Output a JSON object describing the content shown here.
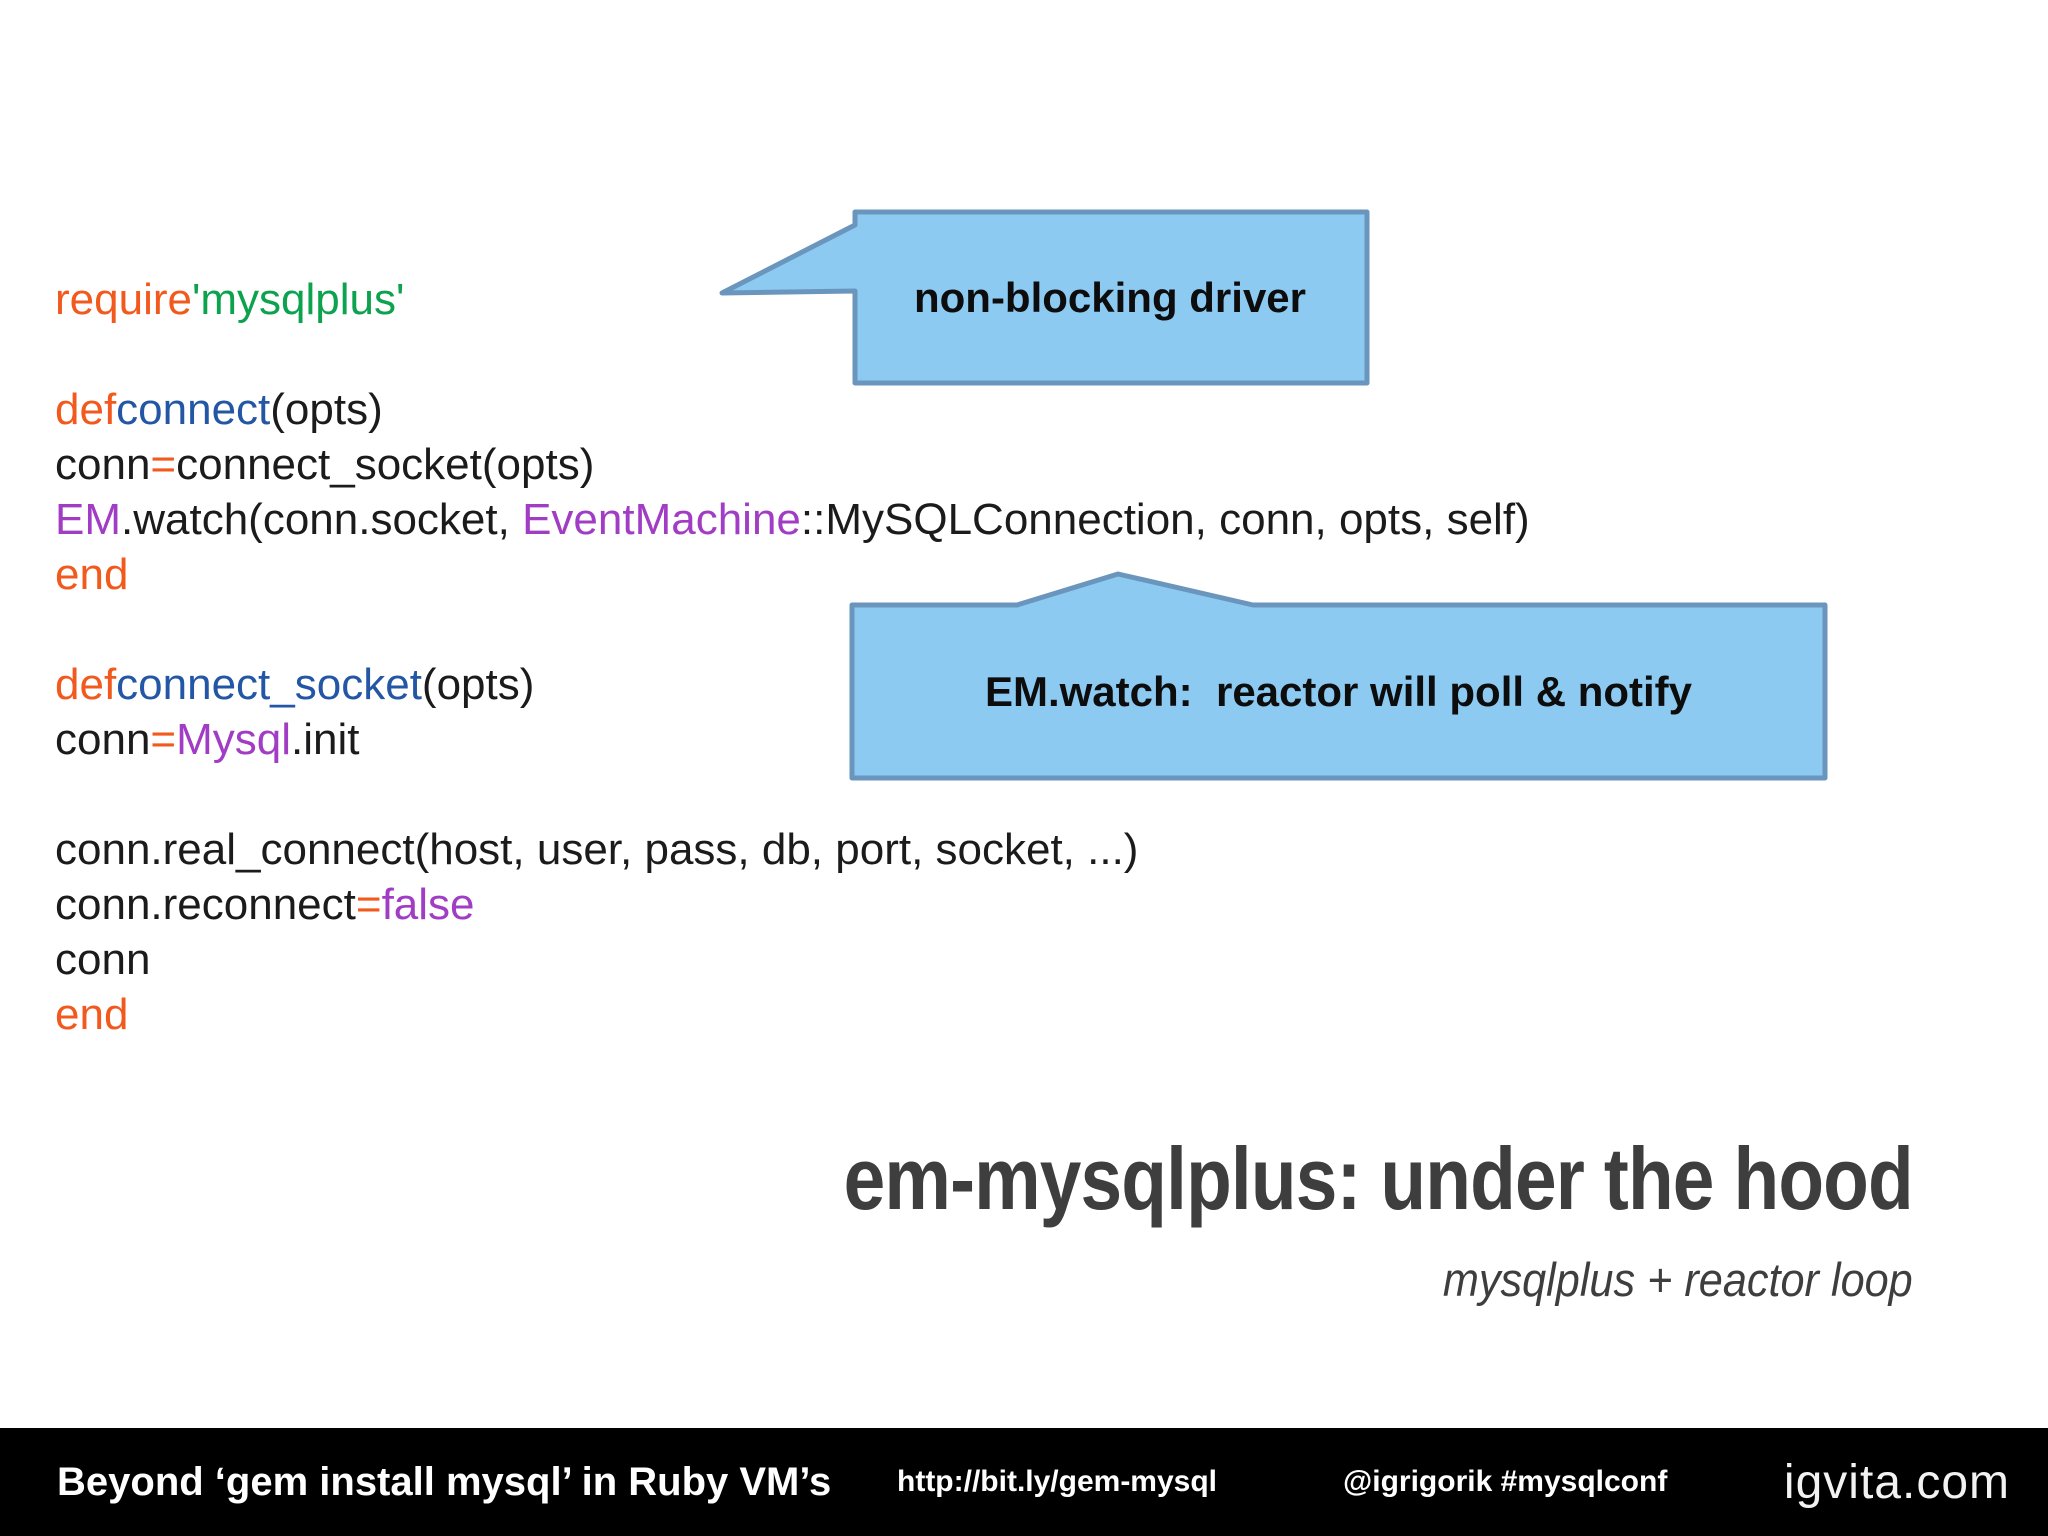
{
  "colors": {
    "black": "#1b1b1b",
    "orange": "#f2591d",
    "green": "#0ca24e",
    "blue": "#2456a6",
    "purple": "#a13dc4",
    "title_gray": "#3e3e3e",
    "callout_fill": "#8dcaf2",
    "callout_stroke": "#6a96bd",
    "footer_bg": "#000000",
    "footer_text": "#ffffff"
  },
  "code": {
    "lines": [
      {
        "segments": [
          {
            "t": "require",
            "c": "orange"
          },
          {
            "t": "'mysqlplus'",
            "c": "green"
          }
        ]
      },
      {
        "segments": []
      },
      {
        "segments": [
          {
            "t": "def",
            "c": "orange"
          },
          {
            "t": "connect",
            "c": "blue"
          },
          {
            "t": "(opts)",
            "c": "black"
          }
        ]
      },
      {
        "segments": [
          {
            "t": "conn",
            "c": "black"
          },
          {
            "t": "=",
            "c": "orange"
          },
          {
            "t": "connect_socket(opts)",
            "c": "black"
          }
        ]
      },
      {
        "segments": [
          {
            "t": "EM",
            "c": "purple"
          },
          {
            "t": ".watch(conn.socket, ",
            "c": "black"
          },
          {
            "t": "EventMachine",
            "c": "purple"
          },
          {
            "t": "::MySQLConnection, conn, opts, self)",
            "c": "black"
          }
        ]
      },
      {
        "segments": [
          {
            "t": "end",
            "c": "orange"
          }
        ]
      },
      {
        "segments": []
      },
      {
        "segments": [
          {
            "t": "def",
            "c": "orange"
          },
          {
            "t": "connect_socket",
            "c": "blue"
          },
          {
            "t": "(opts)",
            "c": "black"
          }
        ]
      },
      {
        "segments": [
          {
            "t": "conn",
            "c": "black"
          },
          {
            "t": "=",
            "c": "orange"
          },
          {
            "t": "Mysql",
            "c": "purple"
          },
          {
            "t": ".init",
            "c": "black"
          }
        ]
      },
      {
        "segments": []
      },
      {
        "segments": [
          {
            "t": "conn.real_connect(host, user, pass, db, port, socket, ...)",
            "c": "black"
          }
        ]
      },
      {
        "segments": [
          {
            "t": "conn.reconnect",
            "c": "black"
          },
          {
            "t": "=",
            "c": "orange"
          },
          {
            "t": "false",
            "c": "purple"
          }
        ]
      },
      {
        "segments": [
          {
            "t": "conn",
            "c": "black"
          }
        ]
      },
      {
        "segments": [
          {
            "t": "end",
            "c": "orange"
          }
        ]
      }
    ]
  },
  "callouts": [
    {
      "label": "non-blocking driver"
    },
    {
      "label": "EM.watch:  reactor will poll & notify"
    }
  ],
  "title": "em-mysqlplus: under the hood",
  "subtitle": "mysqlplus + reactor loop",
  "footer": {
    "left": "Beyond ‘gem install mysql’ in Ruby VM’s",
    "url": "http://bit.ly/gem-mysql",
    "social": "@igrigorik #mysqlconf",
    "brand": "igvita.com"
  }
}
